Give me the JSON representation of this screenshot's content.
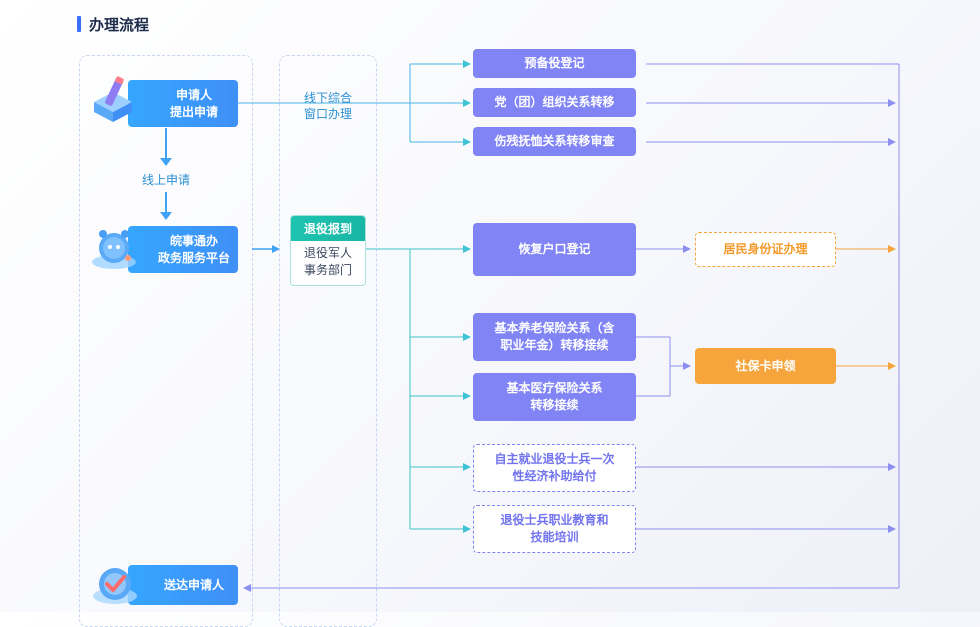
{
  "title": "办理流程",
  "applicant": {
    "line1": "申请人",
    "line2": "提出申请"
  },
  "online_label": "线上申请",
  "platform": {
    "line1": "皖事通办",
    "line2": "政务服务平台"
  },
  "deliver": "送达申请人",
  "offline": {
    "line1": "线下综合",
    "line2": "窗口办理"
  },
  "military_card": {
    "header": "退役报到",
    "line1": "退役军人",
    "line2": "事务部门"
  },
  "top_items": [
    "预备役登记",
    "党（团）组织关系转移",
    "伤残抚恤关系转移审查"
  ],
  "hukou": "恢复户口登记",
  "id_card": "居民身份证办理",
  "pension": {
    "line1": "基本养老保险关系（含",
    "line2": "职业年金）转移接续"
  },
  "medical": {
    "line1": "基本医疗保险关系",
    "line2": "转移接续"
  },
  "social_card": "社保卡申领",
  "subsidy": {
    "line1": "自主就业退役士兵一次",
    "line2": "性经济补助给付"
  },
  "training": {
    "line1": "退役士兵职业教育和",
    "line2": "技能培训"
  },
  "colors": {
    "blue": "#3f9bfa",
    "purple": "#8184f5",
    "teal": "#1ec3b0",
    "orange": "#f5a53c",
    "line_blue": "#4ab3e8",
    "line_purple": "#8d8ff0"
  }
}
